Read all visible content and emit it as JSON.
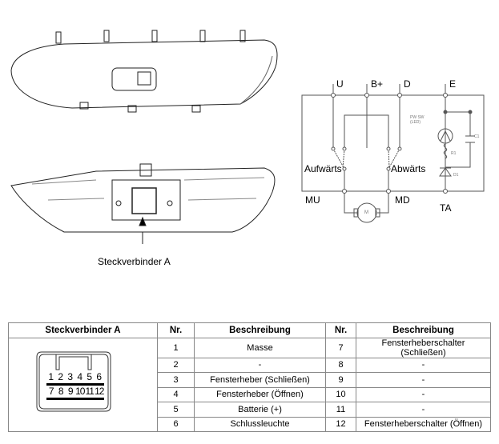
{
  "callout_label": "Steckverbinder A",
  "circuit": {
    "terminals_top": [
      "U",
      "B+",
      "D",
      "E"
    ],
    "terminals_bottom": [
      "MU",
      "MD",
      "TA"
    ],
    "switch_labels": [
      "Aufwärts",
      "Abwärts"
    ],
    "motor": "M",
    "led_label": "PW SW (LED)",
    "components": [
      "R1",
      "C1",
      "D1"
    ]
  },
  "table": {
    "headers": [
      "Steckverbinder A",
      "Nr.",
      "Beschreibung",
      "Nr.",
      "Beschreibung"
    ],
    "connector_pins_row1": [
      "1",
      "2",
      "3",
      "4",
      "5",
      "6"
    ],
    "connector_pins_row2": [
      "7",
      "8",
      "9",
      "10",
      "11",
      "12"
    ],
    "rows": [
      {
        "nr1": "1",
        "desc1": "Masse",
        "nr2": "7",
        "desc2": "Fensterheberschalter (Schließen)"
      },
      {
        "nr1": "2",
        "desc1": "-",
        "nr2": "8",
        "desc2": "-"
      },
      {
        "nr1": "3",
        "desc1": "Fensterheber (Schließen)",
        "nr2": "9",
        "desc2": "-"
      },
      {
        "nr1": "4",
        "desc1": "Fensterheber (Öffnen)",
        "nr2": "10",
        "desc2": "-"
      },
      {
        "nr1": "5",
        "desc1": "Batterie (+)",
        "nr2": "11",
        "desc2": "-"
      },
      {
        "nr1": "6",
        "desc1": "Schlussleuchte",
        "nr2": "12",
        "desc2": "Fensterheberschalter (Öffnen)"
      }
    ]
  }
}
